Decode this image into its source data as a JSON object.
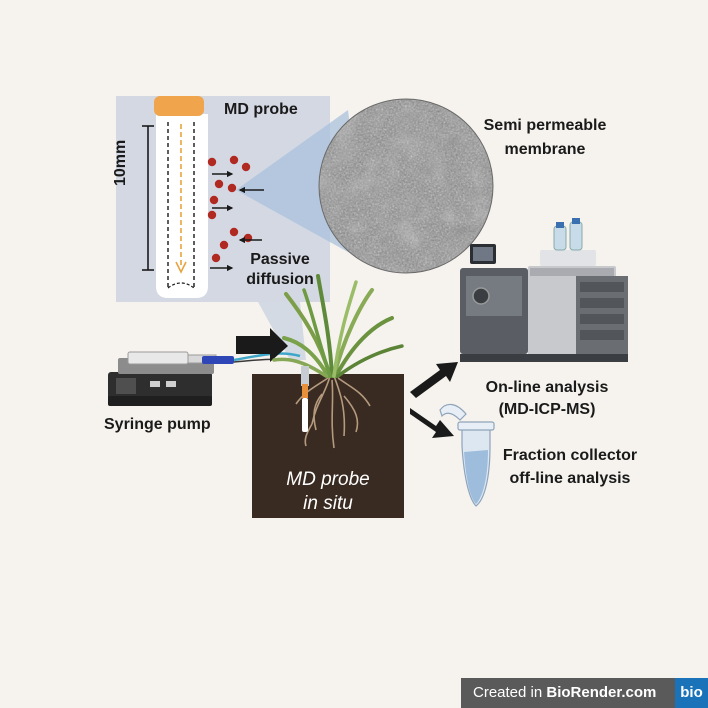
{
  "labels": {
    "md_probe_title": "MD probe",
    "scale": "10mm",
    "passive_line1": "Passive",
    "passive_line2": "diffusion",
    "membrane_line1": "Semi permeable",
    "membrane_line2": "membrane",
    "syringe_pump": "Syringe pump",
    "insitu_line1": "MD probe",
    "insitu_line2": "in situ",
    "online_line1": "On-line analysis",
    "online_line2": "(MD-ICP-MS)",
    "fraction_line1": "Fraction collector",
    "fraction_line2": "off-line analysis"
  },
  "footer": {
    "prefix": "Created in ",
    "brand": "BioRender.com",
    "logo": "bio"
  },
  "colors": {
    "background": "#f6f3ee",
    "panel": "#d4d8e3",
    "probe_tip": "#f0a54c",
    "particle": "#b12a22",
    "soil": "#3a2b22",
    "footer": "#5a5a5a",
    "logo": "#1a73b8"
  }
}
